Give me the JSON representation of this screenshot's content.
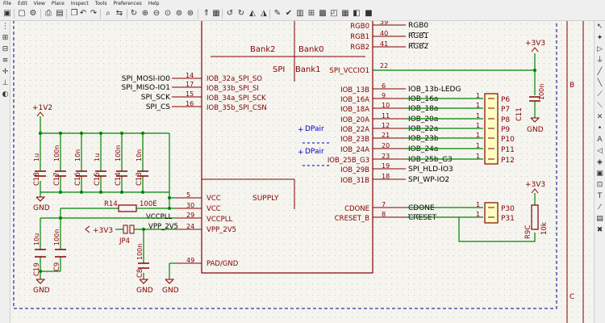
{
  "menu": [
    "File",
    "Edit",
    "View",
    "Place",
    "Inspect",
    "Tools",
    "Preferences",
    "Help"
  ],
  "toolbar_icons": [
    "save-icon",
    "new-icon",
    "settings-icon",
    "print-icon",
    "plot-icon",
    "copy-icon",
    "paste-icon",
    "undo-icon",
    "redo-icon",
    "find-icon",
    "find-replace-icon",
    "refresh-icon",
    "zoom-in-icon",
    "zoom-out-icon",
    "zoom-fit-icon",
    "zoom-selection-icon",
    "zoom-area-icon",
    "up-level-icon",
    "navigator-icon",
    "rotate-ccw-icon",
    "rotate-cw-icon",
    "mirror-v-icon",
    "mirror-h-icon",
    "annotate-icon",
    "erc-icon",
    "bom-icon",
    "netlist-icon",
    "pcb-icon"
  ],
  "left_tools": [
    "grid-icon",
    "units-mm-icon",
    "units-in-icon",
    "cursor-icon",
    "hierarchy-icon",
    "hidden-pins-icon",
    "wire-45-icon"
  ],
  "right_tools": [
    "select-icon",
    "highlight-net-icon",
    "add-symbol-icon",
    "add-power-icon",
    "add-wire-icon",
    "add-bus-icon",
    "wire-to-bus-icon",
    "bus-to-bus-icon",
    "no-connect-icon",
    "junction-icon",
    "net-label-icon",
    "global-label-icon",
    "hier-label-icon",
    "hier-sheet-icon",
    "import-pin-icon",
    "text-icon",
    "line-icon",
    "image-icon",
    "delete-icon"
  ],
  "colors": {
    "wire": "#008400",
    "body": "#840000",
    "text": "#840000",
    "label": "#000000",
    "border": "#000084",
    "power": "#008400"
  },
  "schematic": {
    "border_labels": {
      "right_top": "B",
      "right_bottom": "C"
    },
    "ic_header": {
      "bank2": "Bank2",
      "bank0": "Bank0",
      "spi": "SPI",
      "bank1": "Bank1",
      "supply": "SUPPLY"
    },
    "left_nets": [
      {
        "net": "SPI_MOSI-IO0",
        "pin": "14",
        "name": "IOB_32a_SPI_SO"
      },
      {
        "net": "SPI_MISO-IO1",
        "pin": "17",
        "name": "IOB_33b_SPI_SI"
      },
      {
        "net": "SPI_SCK",
        "pin": "15",
        "name": "IOB_34a_SPI_SCK"
      },
      {
        "net": "SPI_CS",
        "pin": "16",
        "name": "IOB_35b_SPI_CSN"
      }
    ],
    "supply_pins": [
      {
        "pin": "5",
        "name": "VCC"
      },
      {
        "pin": "30",
        "name": "VCC"
      },
      {
        "pin": "29",
        "name": "VCCPLL"
      },
      {
        "pin": "24",
        "name": "VPP_2V5"
      },
      {
        "pin": "49",
        "name": "PAD/GND"
      }
    ],
    "top_nets": [
      {
        "pin": "39",
        "name": "RGB0",
        "net": "RGB0"
      },
      {
        "pin": "40",
        "name": "RGB1",
        "net": "RGB1"
      },
      {
        "pin": "41",
        "name": "RGB2",
        "net": "RGB2"
      }
    ],
    "bank1_pin": {
      "pin": "22",
      "name": "SPI_VCCIO1"
    },
    "right_pins": [
      {
        "pin": "6",
        "name": "IOB_13B",
        "net": "IOB_13b-LEDG"
      },
      {
        "pin": "9",
        "name": "IOB_16A",
        "net": "IOB_16a",
        "conn": "1",
        "ref": "P6"
      },
      {
        "pin": "10",
        "name": "IOB_18A",
        "net": "IOB_18a",
        "conn": "1",
        "ref": "P7"
      },
      {
        "pin": "11",
        "name": "IOB_20A",
        "net": "IOB_20a",
        "conn": "1",
        "ref": "P8"
      },
      {
        "pin": "12",
        "name": "IOB_22A",
        "net": "IOB_22a",
        "conn": "1",
        "ref": "P9"
      },
      {
        "pin": "21",
        "name": "IOB_23B",
        "net": "IOB_23b",
        "conn": "1",
        "ref": "P10"
      },
      {
        "pin": "20",
        "name": "IOB_24A",
        "net": "IOB_24a",
        "conn": "1",
        "ref": "P11"
      },
      {
        "pin": "23",
        "name": "IOB_25B_G3",
        "net": "IOB_25b_G3",
        "conn": "1",
        "ref": "P12"
      },
      {
        "pin": "19",
        "name": "IOB_29B",
        "net": "SPI_HLD-IO3"
      },
      {
        "pin": "18",
        "name": "IOB_31B",
        "net": "SPI_WP-IO2"
      },
      {
        "pin": "7",
        "name": "CDONE",
        "net": "CDONE",
        "conn": "1",
        "ref": "P30"
      },
      {
        "pin": "8",
        "name": "CRESET_B",
        "net": "CRESET",
        "conn": "1",
        "ref": "P31"
      }
    ],
    "dpair": [
      "DPair",
      "DPair"
    ],
    "power_labels": {
      "v12": "+1V2",
      "v33_top": "+3V3",
      "v33_mid": "+3V3",
      "v33_left": "+3V3",
      "gnd": "GND"
    },
    "caps_top": [
      {
        "ref": "C18",
        "val": "1u"
      },
      {
        "ref": "C17",
        "val": "100n"
      },
      {
        "ref": "C16",
        "val": "10n"
      },
      {
        "ref": "C15",
        "val": "1u"
      },
      {
        "ref": "C14",
        "val": "100n"
      },
      {
        "ref": "C13",
        "val": "10n"
      }
    ],
    "r14": {
      "ref": "R14",
      "val": "100E"
    },
    "vccpll": "VCCPLL",
    "vpp": "VPP_2V5",
    "jp4": "JP4",
    "c19": {
      "ref": "C19",
      "val": "10u"
    },
    "c9": {
      "ref": "C9",
      "val": "100n"
    },
    "c8": {
      "ref": "C8",
      "val": "100n"
    },
    "c11": {
      "ref": "C11",
      "val": "100n"
    },
    "r9c": {
      "ref": "R9C",
      "val": "10k"
    }
  }
}
